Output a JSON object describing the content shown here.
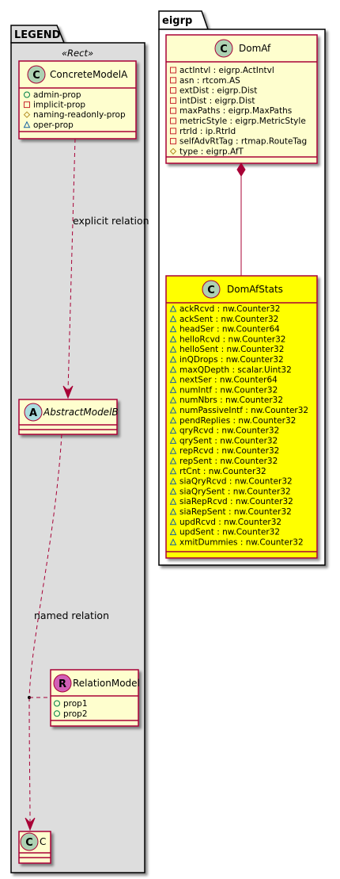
{
  "legend": {
    "package_title": "LEGEND",
    "stereotype": "«Rect»",
    "concrete": {
      "badge": "C",
      "name": "ConcreteModelA",
      "attributes": [
        {
          "vis": "public",
          "text": "admin-prop"
        },
        {
          "vis": "private",
          "text": "implicit-prop"
        },
        {
          "vis": "protected",
          "text": "naming-readonly-prop"
        },
        {
          "vis": "package",
          "text": "oper-prop"
        }
      ]
    },
    "abstract": {
      "badge": "A",
      "name": "AbstractModelB"
    },
    "relation_model": {
      "badge": "R",
      "name": "RelationModel",
      "attributes": [
        {
          "vis": "public",
          "text": "prop1"
        },
        {
          "vis": "public",
          "text": "prop2"
        }
      ]
    },
    "c": {
      "badge": "C",
      "name": "C"
    },
    "explicit_label": "explicit relation",
    "named_label": "named relation"
  },
  "eigrp": {
    "package_title": "eigrp",
    "domaf": {
      "badge": "C",
      "name": "DomAf",
      "attributes": [
        {
          "vis": "private",
          "text": "actIntvl : eigrp.ActIntvl"
        },
        {
          "vis": "private",
          "text": "asn : rtcom.AS"
        },
        {
          "vis": "private",
          "text": "extDist : eigrp.Dist"
        },
        {
          "vis": "private",
          "text": "intDist : eigrp.Dist"
        },
        {
          "vis": "private",
          "text": "maxPaths : eigrp.MaxPaths"
        },
        {
          "vis": "private",
          "text": "metricStyle : eigrp.MetricStyle"
        },
        {
          "vis": "private",
          "text": "rtrId : ip.RtrId"
        },
        {
          "vis": "private",
          "text": "selfAdvRtTag : rtmap.RouteTag"
        },
        {
          "vis": "protected",
          "text": "type : eigrp.AfT"
        }
      ]
    },
    "domafstats": {
      "badge": "C",
      "name": "DomAfStats",
      "attributes": [
        {
          "vis": "package",
          "text": "ackRcvd : nw.Counter32"
        },
        {
          "vis": "package",
          "text": "ackSent : nw.Counter32"
        },
        {
          "vis": "package",
          "text": "headSer : nw.Counter64"
        },
        {
          "vis": "package",
          "text": "helloRcvd : nw.Counter32"
        },
        {
          "vis": "package",
          "text": "helloSent : nw.Counter32"
        },
        {
          "vis": "package",
          "text": "inQDrops : nw.Counter32"
        },
        {
          "vis": "package",
          "text": "maxQDepth : scalar.Uint32"
        },
        {
          "vis": "package",
          "text": "nextSer : nw.Counter64"
        },
        {
          "vis": "package",
          "text": "numIntf : nw.Counter32"
        },
        {
          "vis": "package",
          "text": "numNbrs : nw.Counter32"
        },
        {
          "vis": "package",
          "text": "numPassiveIntf : nw.Counter32"
        },
        {
          "vis": "package",
          "text": "pendReplies : nw.Counter32"
        },
        {
          "vis": "package",
          "text": "qryRcvd : nw.Counter32"
        },
        {
          "vis": "package",
          "text": "qrySent : nw.Counter32"
        },
        {
          "vis": "package",
          "text": "repRcvd : nw.Counter32"
        },
        {
          "vis": "package",
          "text": "repSent : nw.Counter32"
        },
        {
          "vis": "package",
          "text": "rtCnt : nw.Counter32"
        },
        {
          "vis": "package",
          "text": "siaQryRcvd : nw.Counter32"
        },
        {
          "vis": "package",
          "text": "siaQrySent : nw.Counter32"
        },
        {
          "vis": "package",
          "text": "siaRepRcvd : nw.Counter32"
        },
        {
          "vis": "package",
          "text": "siaRepSent : nw.Counter32"
        },
        {
          "vis": "package",
          "text": "updRcvd : nw.Counter32"
        },
        {
          "vis": "package",
          "text": "updSent : nw.Counter32"
        },
        {
          "vis": "package",
          "text": "xmitDummies : nw.Counter32"
        }
      ]
    }
  },
  "colors": {
    "class_fill": "#FEFECE",
    "class_border": "#A80036",
    "highlight_fill": "#FFFF00",
    "legend_fill": "#DDDDDD",
    "badge_c": "#ADD1B2",
    "badge_a": "#A9DCDF",
    "badge_r": "#D15FB6",
    "visibility_private": "#C82930",
    "visibility_protected": "#B38D22",
    "visibility_public": "#038048",
    "visibility_package": "#1963A0"
  }
}
